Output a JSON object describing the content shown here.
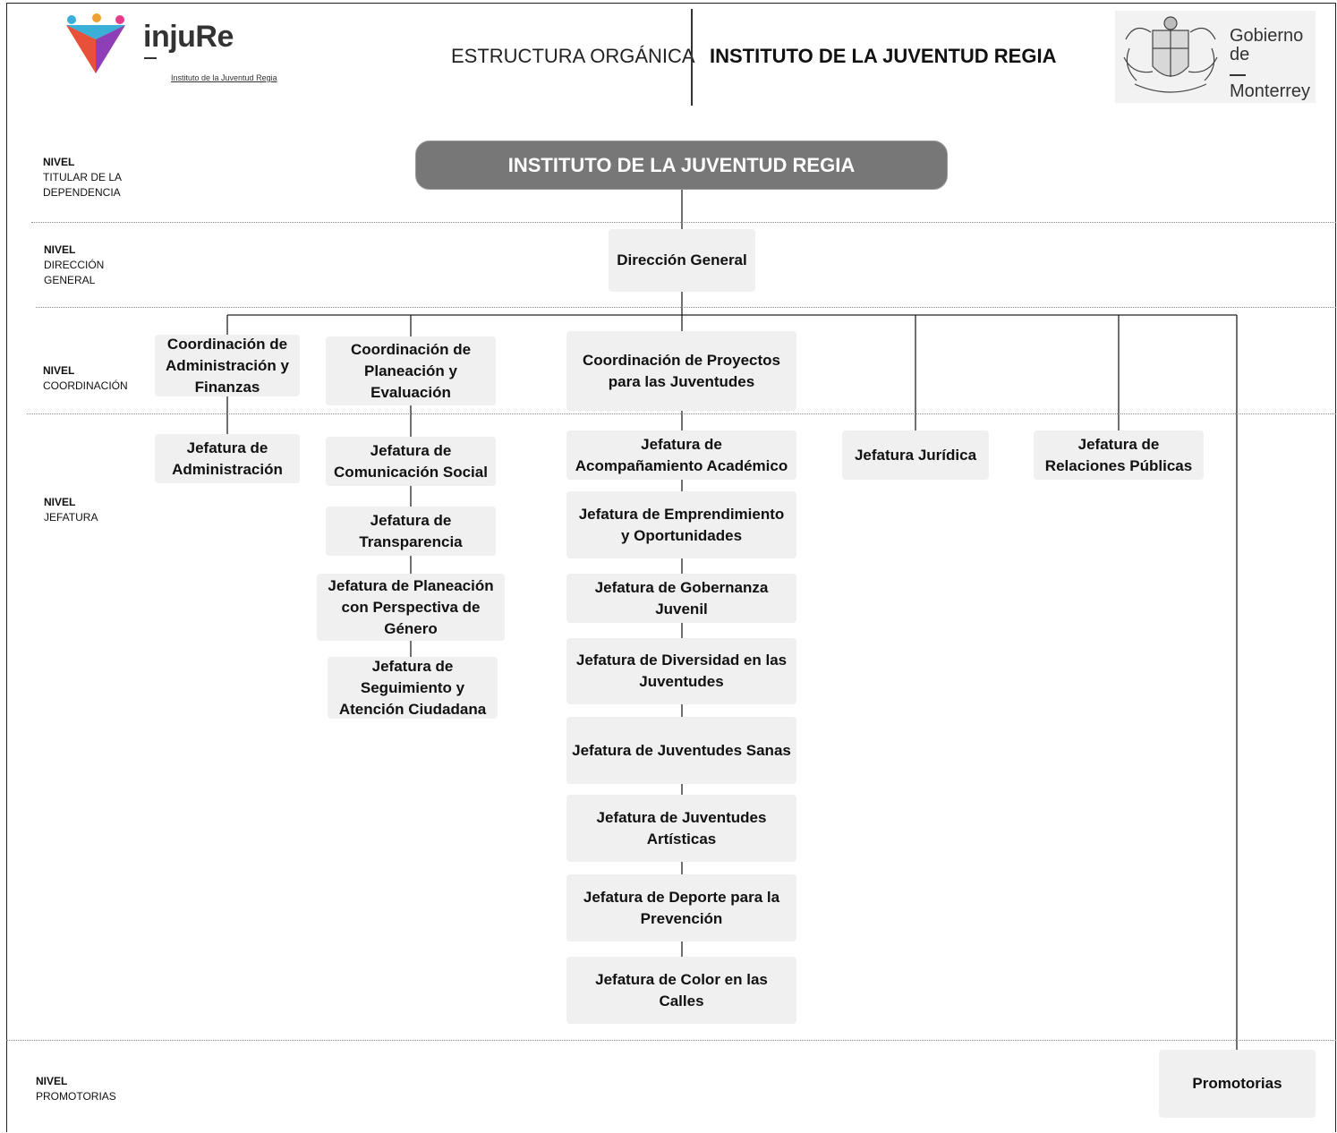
{
  "header": {
    "brand_name": "injuRe",
    "brand_subtitle": "Instituto de la Juventud Regia",
    "title_left": "ESTRUCTURA ORGÁNICA",
    "title_right": "INSTITUTO DE LA JUVENTUD REGIA",
    "gov_line1": "Gobierno",
    "gov_line2": "de",
    "gov_line3": "Monterrey"
  },
  "levels": [
    {
      "title": "NIVEL",
      "name": "TITULAR DE LA\nDEPENDENCIA"
    },
    {
      "title": "NIVEL",
      "name": "DIRECCIÓN\nGENERAL"
    },
    {
      "title": "NIVEL",
      "name": "COORDINACIÓN"
    },
    {
      "title": "NIVEL",
      "name": "JEFATURA"
    },
    {
      "title": "NIVEL",
      "name": "PROMOTORIAS"
    }
  ],
  "org": {
    "top": "INSTITUTO DE LA JUVENTUD REGIA",
    "direccion": "Dirección General",
    "coord_admin": "Coordinación de\nAdministración y\nFinanzas",
    "coord_planeacion": "Coordinación de\nPlaneación y\nEvaluación",
    "coord_proyectos": "Coordinación de Proyectos\npara las Juventudes",
    "jef_administracion": "Jefatura de\nAdministración",
    "jef_comunicacion": "Jefatura de\nComunicación Social",
    "jef_transparencia": "Jefatura de\nTransparencia",
    "jef_planeacion_genero": "Jefatura de Planeación\ncon Perspectiva de\nGénero",
    "jef_seguimiento": "Jefatura de\nSeguimiento y\nAtención Ciudadana",
    "jef_academico": "Jefatura de\nAcompañamiento Académico",
    "jef_emprendimiento": "Jefatura de Emprendimiento\ny Oportunidades",
    "jef_gobernanza": "Jefatura de Gobernanza\nJuvenil",
    "jef_diversidad": "Jefatura de Diversidad en las\nJuventudes",
    "jef_sanas": "Jefatura de Juventudes Sanas",
    "jef_artisticas": "Jefatura de Juventudes\nArtísticas",
    "jef_deporte": "Jefatura de Deporte para la\nPrevención",
    "jef_color": "Jefatura de Color en las\nCalles",
    "jef_juridica": "Jefatura Jurídica",
    "jef_relaciones": "Jefatura de\nRelaciones Públicas",
    "promotorias": "Promotorias"
  },
  "colors": {
    "top_box": "#777777",
    "box": "#f0f0f0",
    "line": "#222222"
  }
}
